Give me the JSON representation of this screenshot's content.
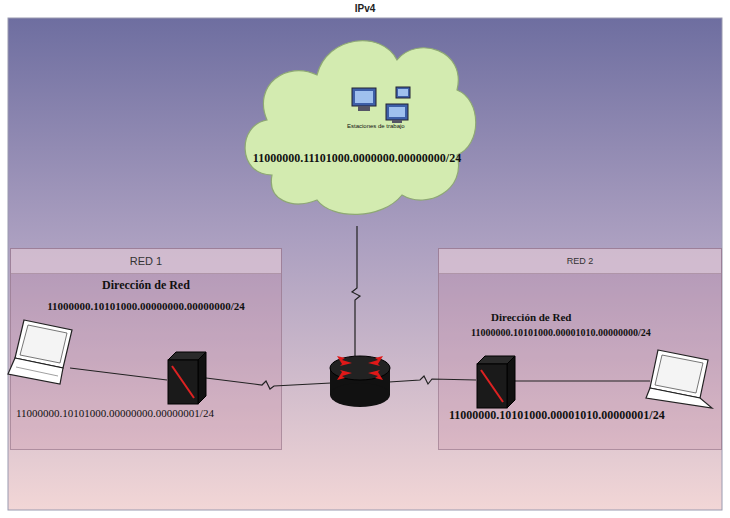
{
  "diagram": {
    "title": "IPv4",
    "nodes": [
      {
        "text": [
          "Estaciones de trabajo",
          "11000000.11101000.0000000.00000000/24"
        ]
      },
      {
        "text": [
          "RED 1",
          "Dirección de Red",
          "11000000.10101000.00000000.00000000/24",
          "11000000.10101000.00000000.00000001/24"
        ]
      },
      {
        "text": [
          "RED 2",
          "Dirección de Red",
          "11000000.10101000.00001010.00000000/24",
          "11000000.10101000.00001010.00000001/24"
        ]
      }
    ]
  }
}
